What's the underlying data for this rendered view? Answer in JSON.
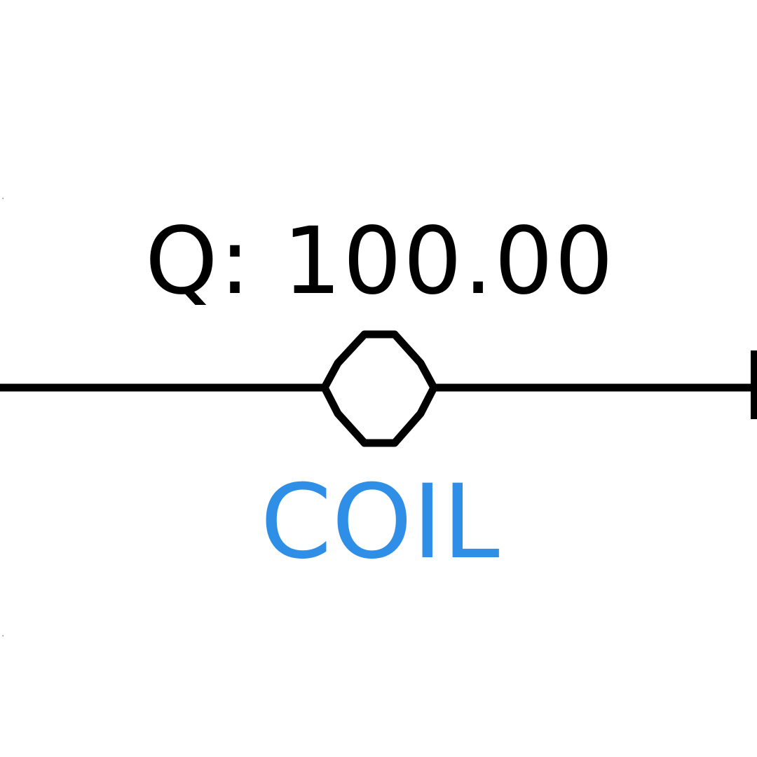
{
  "diagram": {
    "readout": {
      "label": "Q",
      "separator": ":",
      "value": "100.00"
    },
    "element_label": "COIL",
    "colors": {
      "line": "#000000",
      "label": "#2f8ee6",
      "background": "#ffffff"
    }
  }
}
